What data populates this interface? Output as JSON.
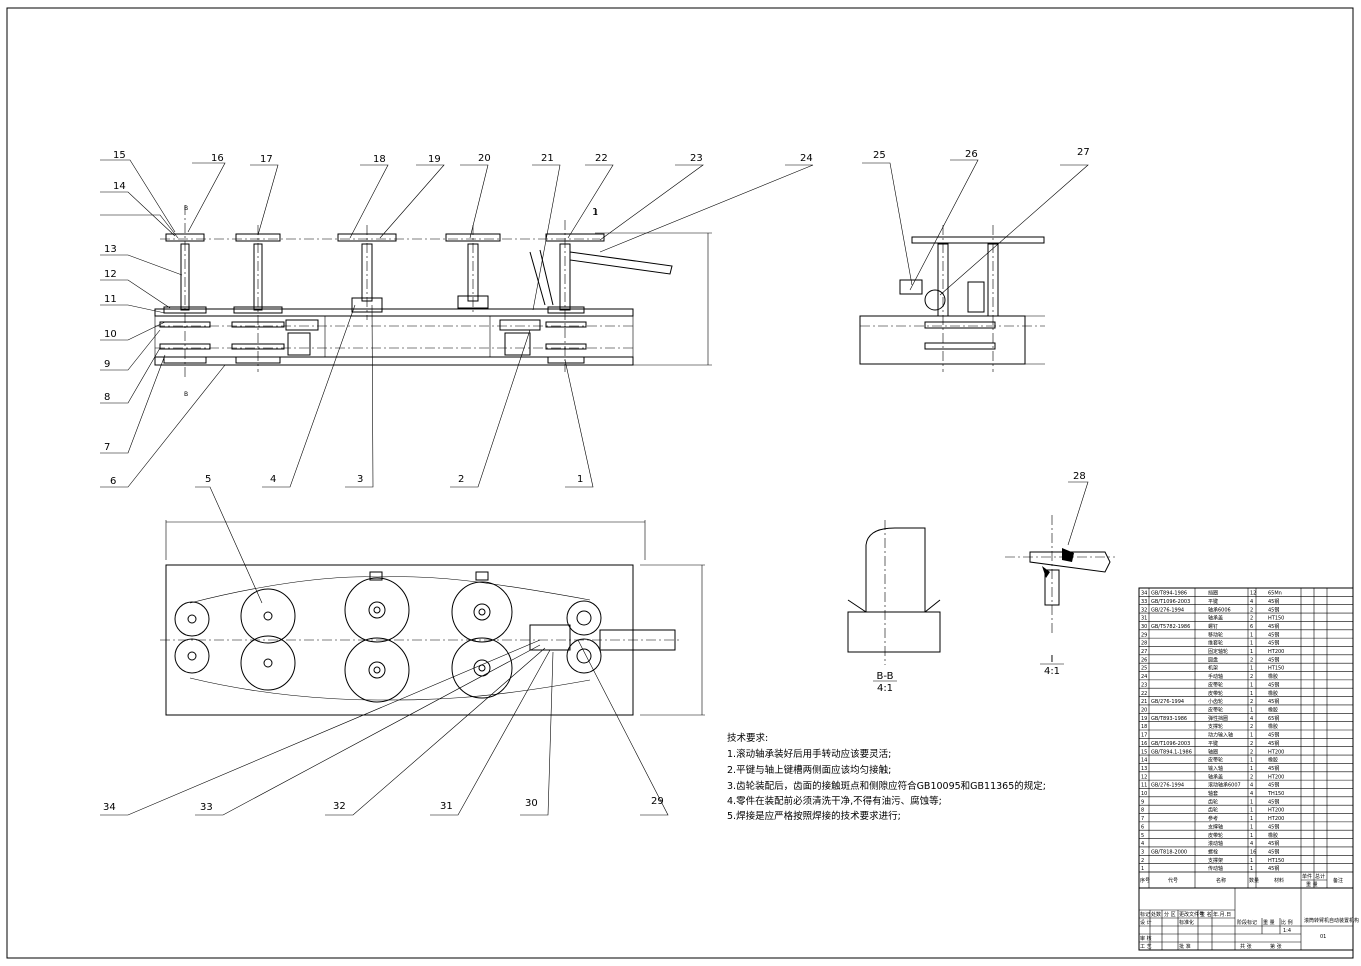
{
  "callouts": [
    {
      "id": "c1",
      "label": "1"
    },
    {
      "id": "c2",
      "label": "2"
    },
    {
      "id": "c3",
      "label": "3"
    },
    {
      "id": "c4",
      "label": "4"
    },
    {
      "id": "c5",
      "label": "5"
    },
    {
      "id": "c6",
      "label": "6"
    },
    {
      "id": "c7",
      "label": "7"
    },
    {
      "id": "c8",
      "label": "8"
    },
    {
      "id": "c9",
      "label": "9"
    },
    {
      "id": "c10",
      "label": "10"
    },
    {
      "id": "c11",
      "label": "11"
    },
    {
      "id": "c12",
      "label": "12"
    },
    {
      "id": "c13",
      "label": "13"
    },
    {
      "id": "c14",
      "label": "14"
    },
    {
      "id": "c15",
      "label": "15"
    },
    {
      "id": "c16",
      "label": "16"
    },
    {
      "id": "c17",
      "label": "17"
    },
    {
      "id": "c18",
      "label": "18"
    },
    {
      "id": "c19",
      "label": "19"
    },
    {
      "id": "c20",
      "label": "20"
    },
    {
      "id": "c21",
      "label": "21"
    },
    {
      "id": "c22",
      "label": "22"
    },
    {
      "id": "c23",
      "label": "23"
    },
    {
      "id": "c24",
      "label": "24"
    },
    {
      "id": "c25",
      "label": "25"
    },
    {
      "id": "c26",
      "label": "26"
    },
    {
      "id": "c27",
      "label": "27"
    },
    {
      "id": "c28",
      "label": "28"
    },
    {
      "id": "c29",
      "label": "29"
    },
    {
      "id": "c30",
      "label": "30"
    },
    {
      "id": "c31",
      "label": "31"
    },
    {
      "id": "c32",
      "label": "32"
    },
    {
      "id": "c33",
      "label": "33"
    },
    {
      "id": "c34",
      "label": "34"
    }
  ],
  "views": {
    "section_bb": {
      "name": "B-B",
      "scale": "4:1"
    },
    "detail_i": {
      "name": "I",
      "scale": "4:1"
    },
    "detail_i_marker": "I",
    "section_marker": "B"
  },
  "tech_requirements": {
    "title": "技术要求:",
    "items": [
      "1.滚动轴承装好后用手转动应该要灵活;",
      "2.平键与轴上键槽两侧面应该均匀接触;",
      "3.齿轮装配后，齿面的接触斑点和侧隙应符合GB10095和GB11365的规定;",
      "4.零件在装配前必须清洗干净,不得有油污、腐蚀等;",
      "5.焊接是应严格按照焊接的技术要求进行;"
    ]
  },
  "bom": {
    "rows": [
      {
        "no": "34",
        "code": "GB/T894-1986",
        "name": "挡圈",
        "qty": "12",
        "material": "65Mn"
      },
      {
        "no": "33",
        "code": "GB/T1096-2003",
        "name": "平键",
        "qty": "4",
        "material": "45钢"
      },
      {
        "no": "32",
        "code": "GB/276-1994",
        "name": "轴承6006",
        "qty": "2",
        "material": "45钢"
      },
      {
        "no": "31",
        "code": "",
        "name": "轴承盖",
        "qty": "2",
        "material": "HT150"
      },
      {
        "no": "30",
        "code": "GB/T5782-1986",
        "name": "螺钉",
        "qty": "6",
        "material": "45钢"
      },
      {
        "no": "29",
        "code": "",
        "name": "移动轮",
        "qty": "1",
        "material": "45钢"
      },
      {
        "no": "28",
        "code": "",
        "name": "维套轮",
        "qty": "1",
        "material": "45钢"
      },
      {
        "no": "27",
        "code": "",
        "name": "固定轴轮",
        "qty": "1",
        "material": "HT200"
      },
      {
        "no": "26",
        "code": "",
        "name": "圆盘",
        "qty": "2",
        "material": "45钢"
      },
      {
        "no": "25",
        "code": "",
        "name": "机架",
        "qty": "1",
        "material": "HT150"
      },
      {
        "no": "24",
        "code": "",
        "name": "手动轴",
        "qty": "2",
        "material": "橡胶"
      },
      {
        "no": "23",
        "code": "",
        "name": "皮带轮",
        "qty": "1",
        "material": "45钢"
      },
      {
        "no": "22",
        "code": "",
        "name": "皮带轮",
        "qty": "1",
        "material": "橡胶"
      },
      {
        "no": "21",
        "code": "GB/276-1994",
        "name": "小齿轮",
        "qty": "2",
        "material": "45钢"
      },
      {
        "no": "20",
        "code": "",
        "name": "皮带轮",
        "qty": "1",
        "material": "橡胶"
      },
      {
        "no": "19",
        "code": "GB/T893-1986",
        "name": "弹性挡圈",
        "qty": "4",
        "material": "65钢"
      },
      {
        "no": "18",
        "code": "",
        "name": "支撑轮",
        "qty": "2",
        "material": "橡胶"
      },
      {
        "no": "17",
        "code": "",
        "name": "动力输入轴",
        "qty": "1",
        "material": "45钢"
      },
      {
        "no": "16",
        "code": "GB/T1096-2003",
        "name": "平键",
        "qty": "2",
        "material": "45钢"
      },
      {
        "no": "15",
        "code": "GB/T894.1-1986",
        "name": "轴圈",
        "qty": "2",
        "material": "HT200"
      },
      {
        "no": "14",
        "code": "",
        "name": "皮带轮",
        "qty": "1",
        "material": "橡胶"
      },
      {
        "no": "13",
        "code": "",
        "name": "输入轴",
        "qty": "1",
        "material": "45钢"
      },
      {
        "no": "12",
        "code": "",
        "name": "轴承盖",
        "qty": "2",
        "material": "HT200"
      },
      {
        "no": "11",
        "code": "GB/276-1994",
        "name": "滚动轴承6007",
        "qty": "4",
        "material": "45钢"
      },
      {
        "no": "10",
        "code": "",
        "name": "轴套",
        "qty": "4",
        "material": "TH150"
      },
      {
        "no": "9",
        "code": "",
        "name": "齿轮",
        "qty": "1",
        "material": "45钢"
      },
      {
        "no": "8",
        "code": "",
        "name": "齿轮",
        "qty": "1",
        "material": "HT200"
      },
      {
        "no": "7",
        "code": "",
        "name": "参考",
        "qty": "1",
        "material": "HT200"
      },
      {
        "no": "6",
        "code": "",
        "name": "支撑轴",
        "qty": "1",
        "material": "45钢"
      },
      {
        "no": "5",
        "code": "",
        "name": "皮带轮",
        "qty": "1",
        "material": "橡胶"
      },
      {
        "no": "4",
        "code": "",
        "name": "滚动轴",
        "qty": "4",
        "material": "45钢"
      },
      {
        "no": "3",
        "code": "GB/T818-2000",
        "name": "螺栓",
        "qty": "16",
        "material": "45钢"
      },
      {
        "no": "2",
        "code": "",
        "name": "支撑架",
        "qty": "1",
        "material": "HT150"
      },
      {
        "no": "1",
        "code": "",
        "name": "传动轴",
        "qty": "1",
        "material": "45钢"
      }
    ],
    "header": {
      "no": "序号",
      "code": "代号",
      "name": "名称",
      "qty": "数量",
      "material": "材料",
      "weight1": "单件",
      "weight2": "总计",
      "weight_label": "重 量",
      "remark": "备注"
    }
  },
  "title_block": {
    "drawing_title": "滚筒转臂机自动装置机构",
    "drawing_no": "01",
    "scale": "1:4",
    "labels": {
      "mark": "标记",
      "count": "处数",
      "zone": "分 区",
      "change_doc": "更改文件号",
      "sign": "签 名",
      "date": "年.月.日",
      "design": "设 计",
      "standardize": "标准化",
      "stage_mark": "阶段标记",
      "weight": "重 量",
      "scale_label": "比 例",
      "review": "审 核",
      "process": "工 艺",
      "approve": "批 准",
      "sheets_total": "共 张",
      "sheet_no": "第 张"
    }
  },
  "colors": {
    "line": "#000000",
    "paper": "#ffffff"
  }
}
